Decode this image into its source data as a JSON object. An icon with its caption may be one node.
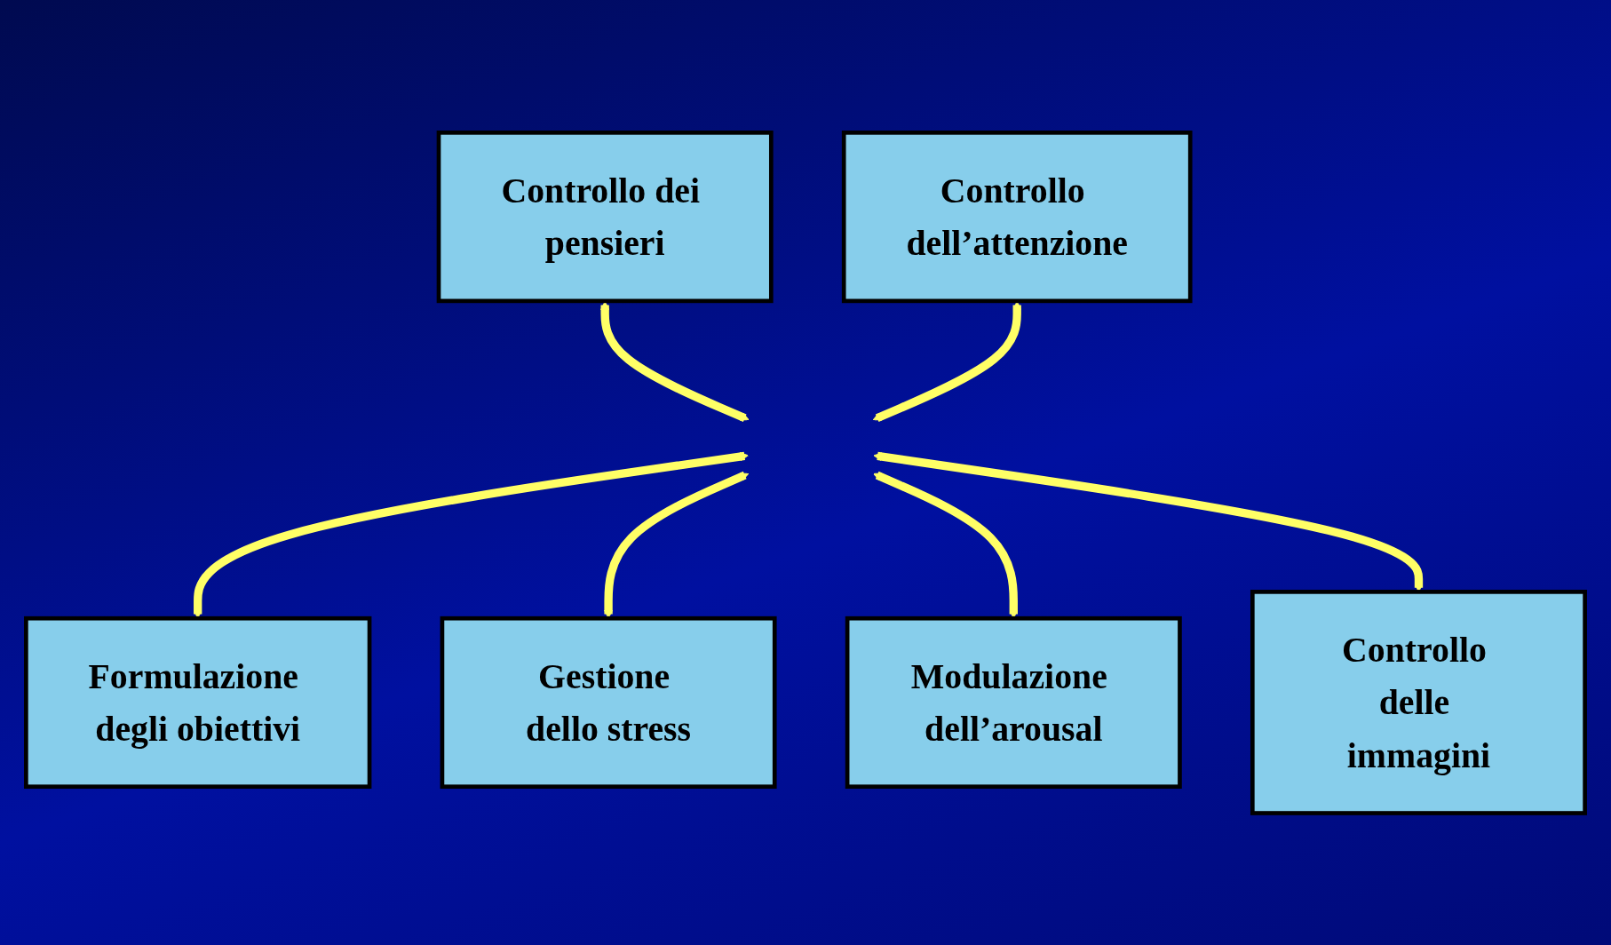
{
  "diagram": {
    "nodes": [
      {
        "text": [
          "Controllo dei pensieri"
        ]
      },
      {
        "text": [
          "Controllo dell’attenzione"
        ]
      },
      {
        "text": [
          "Formulazione degli obiettivi"
        ]
      },
      {
        "text": [
          "Gestione dello stress"
        ]
      },
      {
        "text": [
          "Modulazione dell’arousal"
        ]
      },
      {
        "text": [
          "Controllo delle immagini"
        ]
      }
    ],
    "edges": [
      {
        "from": null,
        "to": 0,
        "arrow": "both"
      },
      {
        "from": null,
        "to": 1,
        "arrow": "both"
      },
      {
        "from": null,
        "to": 2,
        "arrow": "both"
      },
      {
        "from": null,
        "to": 3,
        "arrow": "both"
      },
      {
        "from": null,
        "to": 4,
        "arrow": "both"
      },
      {
        "from": null,
        "to": 5,
        "arrow": "both"
      }
    ]
  }
}
